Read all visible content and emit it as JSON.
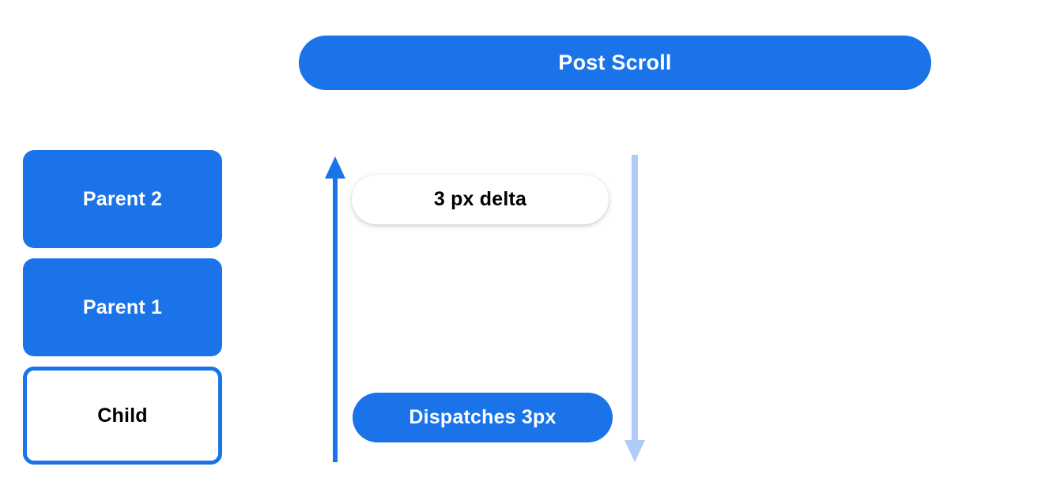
{
  "header": {
    "title": "Post Scroll"
  },
  "nodes": [
    {
      "label": "Parent 2",
      "style": "filled"
    },
    {
      "label": "Parent 1",
      "style": "filled"
    },
    {
      "label": "Child",
      "style": "outlined"
    }
  ],
  "flow": {
    "delta_pill": "3 px delta",
    "dispatch_pill": "Dispatches 3px"
  },
  "arrows": [
    {
      "name": "up-arrow",
      "direction": "up",
      "color": "#1a73e8"
    },
    {
      "name": "down-arrow",
      "direction": "down",
      "color": "#aecbfa"
    }
  ],
  "colors": {
    "primary_blue": "#1a73e8",
    "light_blue": "#aecbfa",
    "background": "#ffffff",
    "text_dark": "#000000",
    "text_light": "#ffffff"
  }
}
